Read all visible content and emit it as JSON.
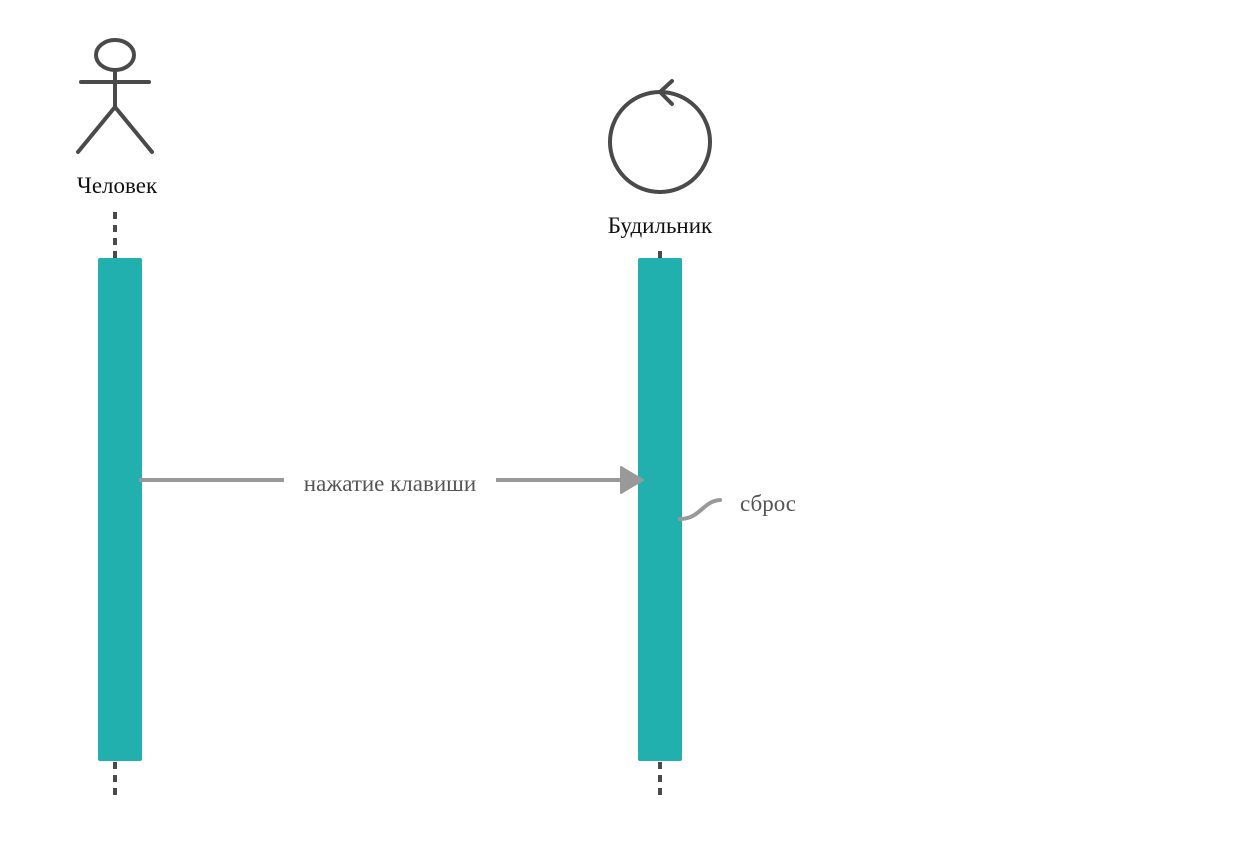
{
  "participants": [
    {
      "id": "person",
      "kind": "actor",
      "label": "Человек",
      "icon": "stick-figure-icon"
    },
    {
      "id": "alarm",
      "kind": "control",
      "label": "Будильник",
      "icon": "control-circle-icon"
    }
  ],
  "messages": [
    {
      "from": "person",
      "to": "alarm",
      "label": "нажатие клавиши",
      "arrow": "filled-triangle"
    },
    {
      "from": "alarm",
      "to": "alarm",
      "label": "сброс",
      "kind": "self-note"
    }
  ],
  "colors": {
    "activation": "#22b0ae",
    "icon_stroke": "#4a4a4a",
    "lifeline": "#4a4a4a",
    "message_line": "#999999",
    "participant_text": "#111111",
    "message_text": "#555555",
    "background": "#ffffff"
  }
}
